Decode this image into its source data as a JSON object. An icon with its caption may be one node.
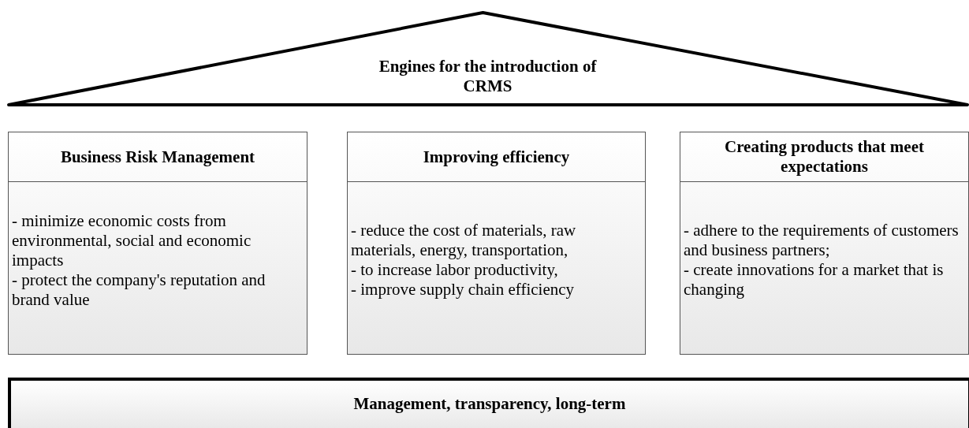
{
  "diagram": {
    "nodes": [
      {
        "text": [
          "Engines for the introduction of CRMS"
        ]
      },
      {
        "text": [
          "Business Risk Management",
          "- minimize economic costs from environmental, social and economic impacts - protect the company's reputation and brand value"
        ]
      },
      {
        "text": [
          "Improving efficiency",
          "- reduce the cost of materials, raw materials, energy, transportation, - to increase labor productivity, - improve supply chain efficiency"
        ]
      },
      {
        "text": [
          "Creating products that meet expectations",
          "- adhere to the requirements of customers and business partners; - create innovations for a market that is changing"
        ]
      },
      {
        "text": [
          "Management, transparency, long-term"
        ]
      }
    ]
  }
}
